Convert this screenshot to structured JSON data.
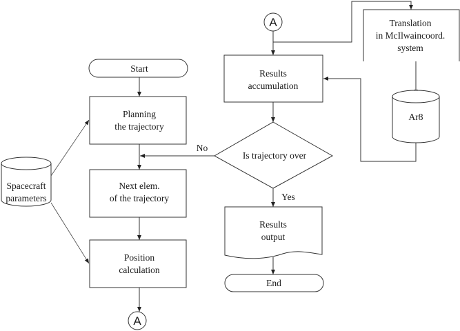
{
  "diagram": {
    "type": "flowchart",
    "nodes": {
      "start": {
        "kind": "terminator",
        "label": "Start"
      },
      "planning": {
        "kind": "process",
        "lines": [
          "Planning",
          "the trajectory"
        ]
      },
      "next_elem": {
        "kind": "process",
        "lines": [
          "Next elem.",
          "of the trajectory"
        ]
      },
      "position": {
        "kind": "process",
        "lines": [
          "Position",
          "calculation"
        ]
      },
      "connector_bottom": {
        "kind": "connector",
        "label": "A"
      },
      "spacecraft": {
        "kind": "database",
        "lines": [
          "Spacecraft",
          "parameters"
        ]
      },
      "connector_top": {
        "kind": "connector",
        "label": "A"
      },
      "accumulation": {
        "kind": "process",
        "lines": [
          "Results",
          "accumulation"
        ]
      },
      "decision": {
        "kind": "decision",
        "label": "Is trajectory over"
      },
      "output": {
        "kind": "document",
        "lines": [
          "Results",
          "output"
        ]
      },
      "end": {
        "kind": "terminator",
        "label": "End"
      },
      "translation": {
        "kind": "process",
        "lines": [
          "Translation",
          "in McIlwaincoord.",
          "system"
        ]
      },
      "ar8": {
        "kind": "database",
        "label": "Ar8"
      }
    },
    "edge_labels": {
      "no": "No",
      "yes": "Yes"
    },
    "edges": [
      {
        "from": "start",
        "to": "planning"
      },
      {
        "from": "planning",
        "to": "next_elem"
      },
      {
        "from": "next_elem",
        "to": "position"
      },
      {
        "from": "position",
        "to": "connector_bottom"
      },
      {
        "from": "spacecraft",
        "to": "planning"
      },
      {
        "from": "spacecraft",
        "to": "position"
      },
      {
        "from": "connector_top",
        "to": "accumulation"
      },
      {
        "from": "connector_top",
        "to": "translation"
      },
      {
        "from": "accumulation",
        "to": "decision"
      },
      {
        "from": "decision",
        "to": "next_elem",
        "label": "No"
      },
      {
        "from": "decision",
        "to": "output",
        "label": "Yes"
      },
      {
        "from": "output",
        "to": "end"
      },
      {
        "from": "translation",
        "to": "ar8"
      },
      {
        "from": "ar8",
        "to": "accumulation"
      }
    ]
  }
}
